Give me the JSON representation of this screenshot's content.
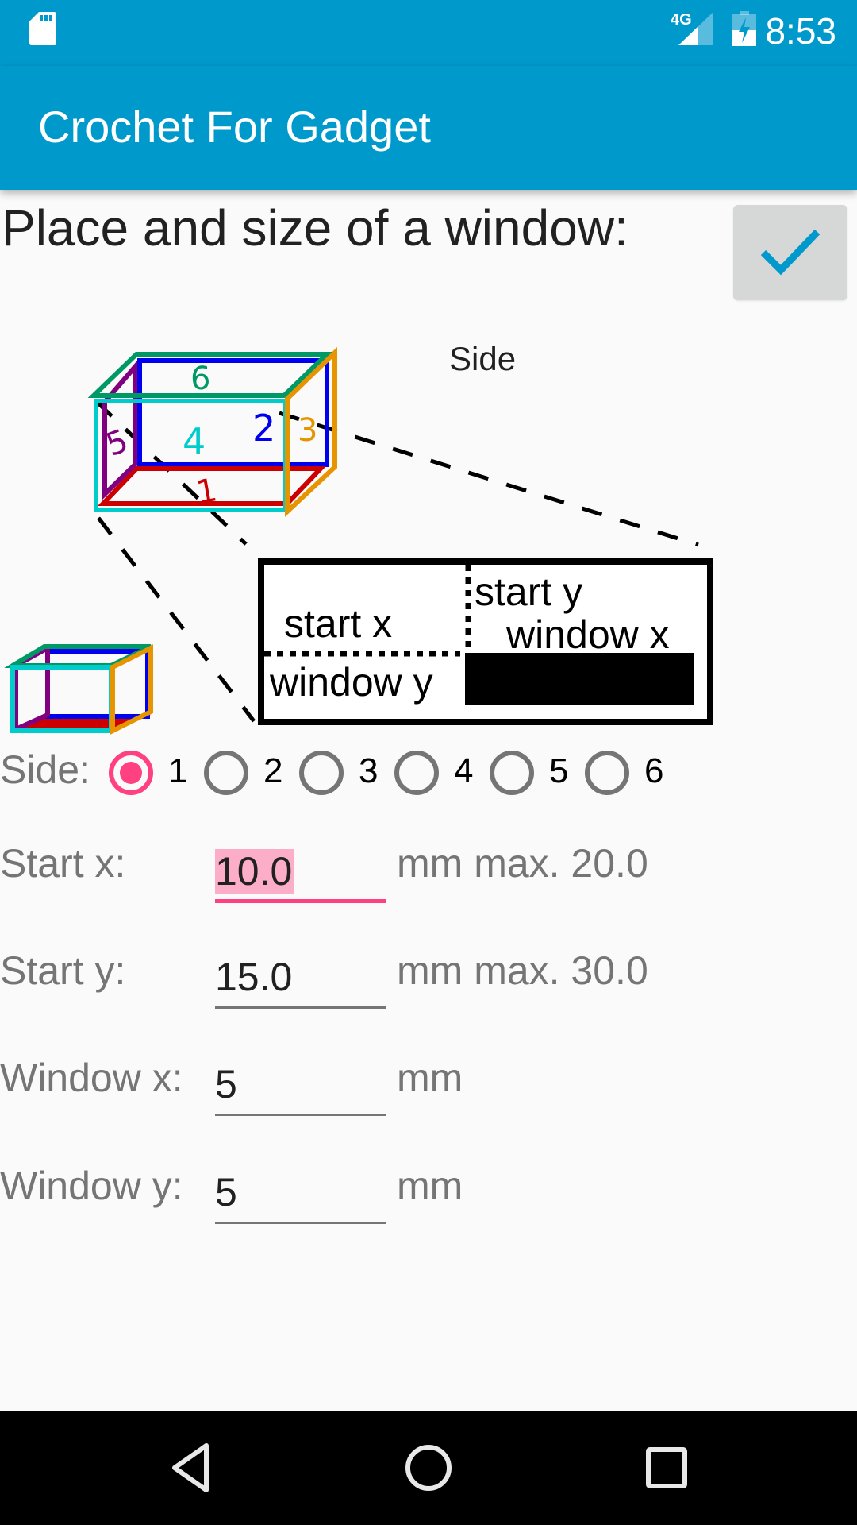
{
  "status_bar": {
    "time": "8:53",
    "network": "4G",
    "icons": [
      "sd-card-icon",
      "signal-4g-icon",
      "battery-charging-icon"
    ],
    "bg_color": "#0099cc"
  },
  "app_bar": {
    "title": "Crochet For Gadget",
    "bg_color": "#0099cc"
  },
  "main": {
    "heading": "Place and size of a window:",
    "confirm_button": {
      "icon": "check-icon",
      "color": "#0099cc"
    },
    "diagram": {
      "caption": "Side",
      "face_numbers": [
        "1",
        "2",
        "3",
        "4",
        "5",
        "6"
      ],
      "face_colors": {
        "1": "#cc0000",
        "2": "#0000ee",
        "3": "#e69500",
        "4": "#00cccc",
        "5": "#800080",
        "6": "#009966"
      },
      "labels": {
        "start_x": "start x",
        "start_y": "start y",
        "window_x": "window x",
        "window_y": "window y"
      }
    },
    "side_selector": {
      "label": "Side:",
      "options": [
        "1",
        "2",
        "3",
        "4",
        "5",
        "6"
      ],
      "selected": "1",
      "accent_color": "#ff4081"
    },
    "fields": [
      {
        "label": "Start x:",
        "value": "10.0",
        "unit": "mm max. 20.0",
        "focused": true
      },
      {
        "label": "Start y:",
        "value": "15.0",
        "unit": "mm max. 30.0",
        "focused": false
      },
      {
        "label": "Window x:",
        "value": "5",
        "unit": "mm",
        "focused": false
      },
      {
        "label": "Window y:",
        "value": "5",
        "unit": "mm",
        "focused": false
      }
    ]
  },
  "nav_bar": {
    "buttons": [
      "back",
      "home",
      "recents"
    ]
  }
}
